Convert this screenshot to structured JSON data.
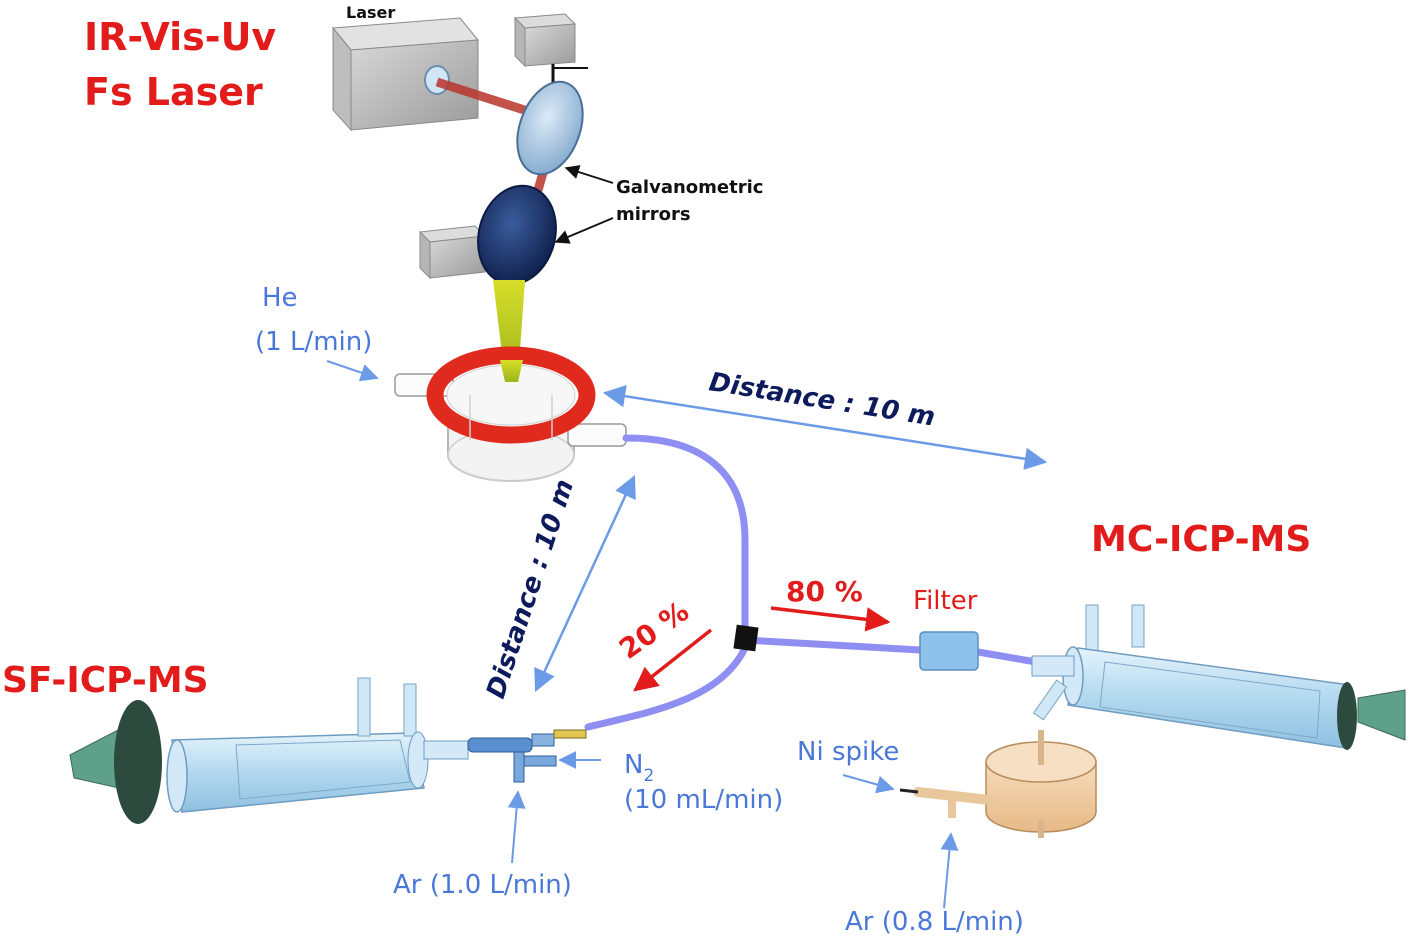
{
  "labels": {
    "laser_title_line1": "IR-Vis-Uv",
    "laser_title_line2": "Fs Laser",
    "laser_box": "Laser",
    "galvo_line1": "Galvanometric",
    "galvo_line2": "mirrors",
    "he": "He",
    "he_flow": "(1 L/min)",
    "distance_horizontal": "Distance : 10 m",
    "distance_vertical": "Distance : 10 m",
    "mc_icp_ms": "MC-ICP-MS",
    "sf_icp_ms": "SF-ICP-MS",
    "split_80": "80 %",
    "split_20": "20 %",
    "filter": "Filter",
    "n2": "N",
    "n2_sub": "2",
    "n2_flow": "(10 mL/min)",
    "ar_left": "Ar (1.0 L/min)",
    "ni_spike": "Ni spike",
    "ar_right": "Ar (0.8 L/min)"
  },
  "colors": {
    "red": "#e21b1b",
    "blue_text": "#4a78d8",
    "navy_text": "#0d1a5c",
    "tubing": "#8f8ef2",
    "ring": "#e02a1e",
    "spectrometer_body": "#b9dcf0",
    "cone": "#5fa08a",
    "beam": "#c9d11e",
    "laser_beam": "#b8342a",
    "filter": "#8fc2ea",
    "spike_chamber": "#efc79a"
  }
}
